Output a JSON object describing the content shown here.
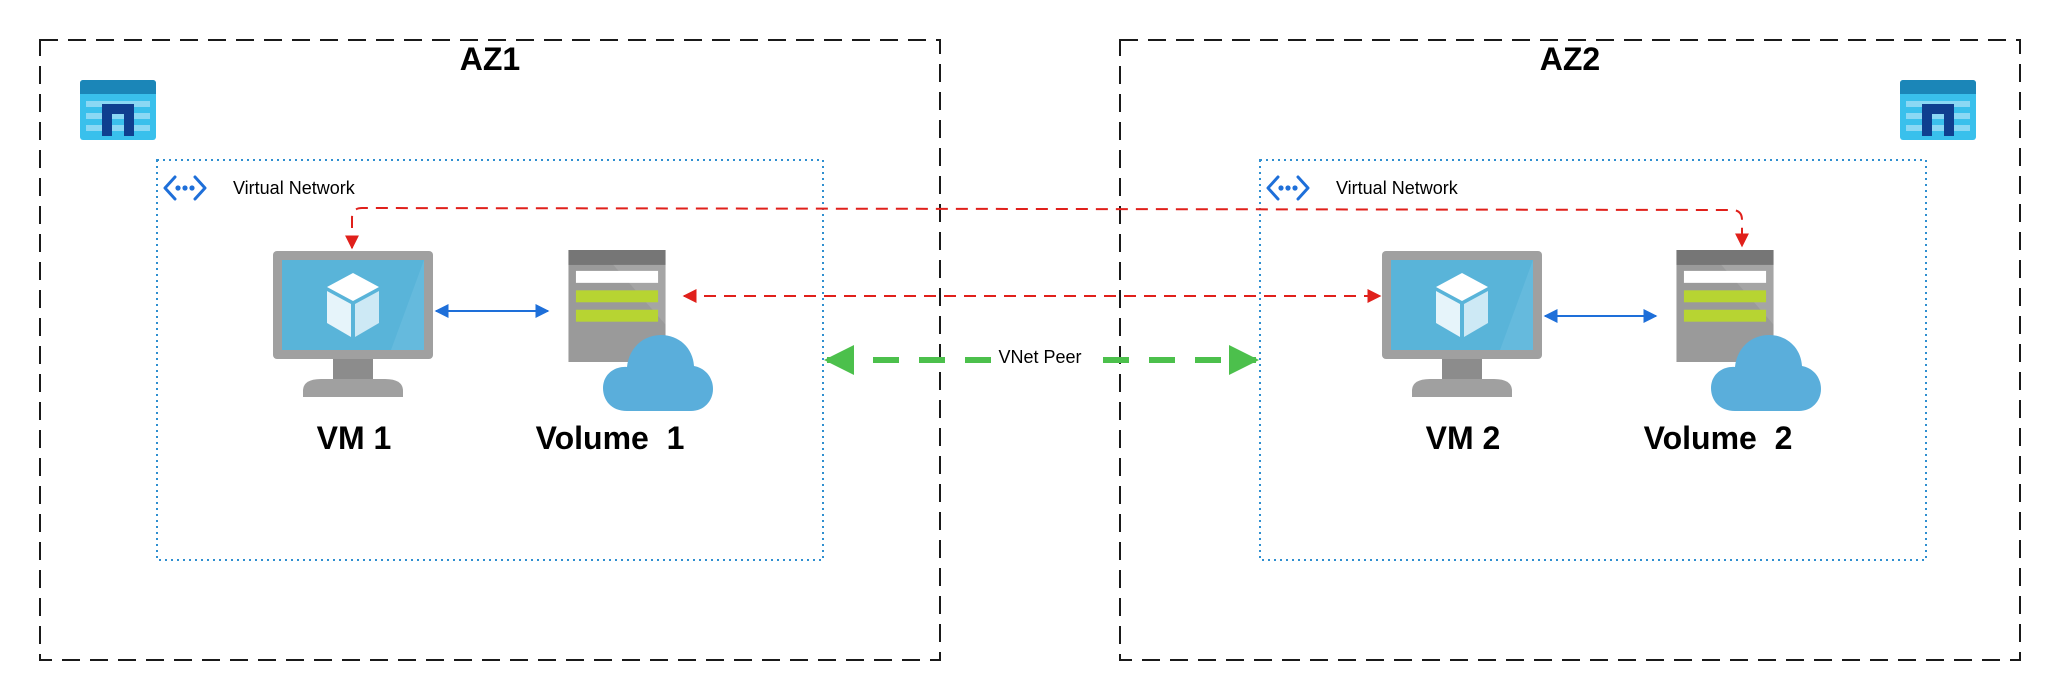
{
  "zones": [
    {
      "title": "AZ1",
      "vnet_label": "Virtual Network",
      "vm_label": "VM 1",
      "volume_label": "Volume  1"
    },
    {
      "title": "AZ2",
      "vnet_label": "Virtual Network",
      "vm_label": "VM 2",
      "volume_label": "Volume  2"
    }
  ],
  "peer_label": "VNet Peer",
  "colors": {
    "zone_border": "#1a1a1a",
    "vnet_border": "#2f8fd0",
    "replication_arrow": "#e0201b",
    "local_arrow": "#1e6fd9",
    "peer_arrow": "#4cc04c",
    "vm_screen": "#59b4d9",
    "monitor_frame": "#a0a0a0",
    "storage_body": "#9a9a9a",
    "storage_bar": "#b7d432",
    "cloud": "#5aaedb",
    "netapp_icon": "#1e9fd6"
  },
  "icons": [
    "netapp-files-icon",
    "virtual-network-icon",
    "virtual-machine-icon",
    "storage-volume-icon",
    "cloud-icon"
  ]
}
